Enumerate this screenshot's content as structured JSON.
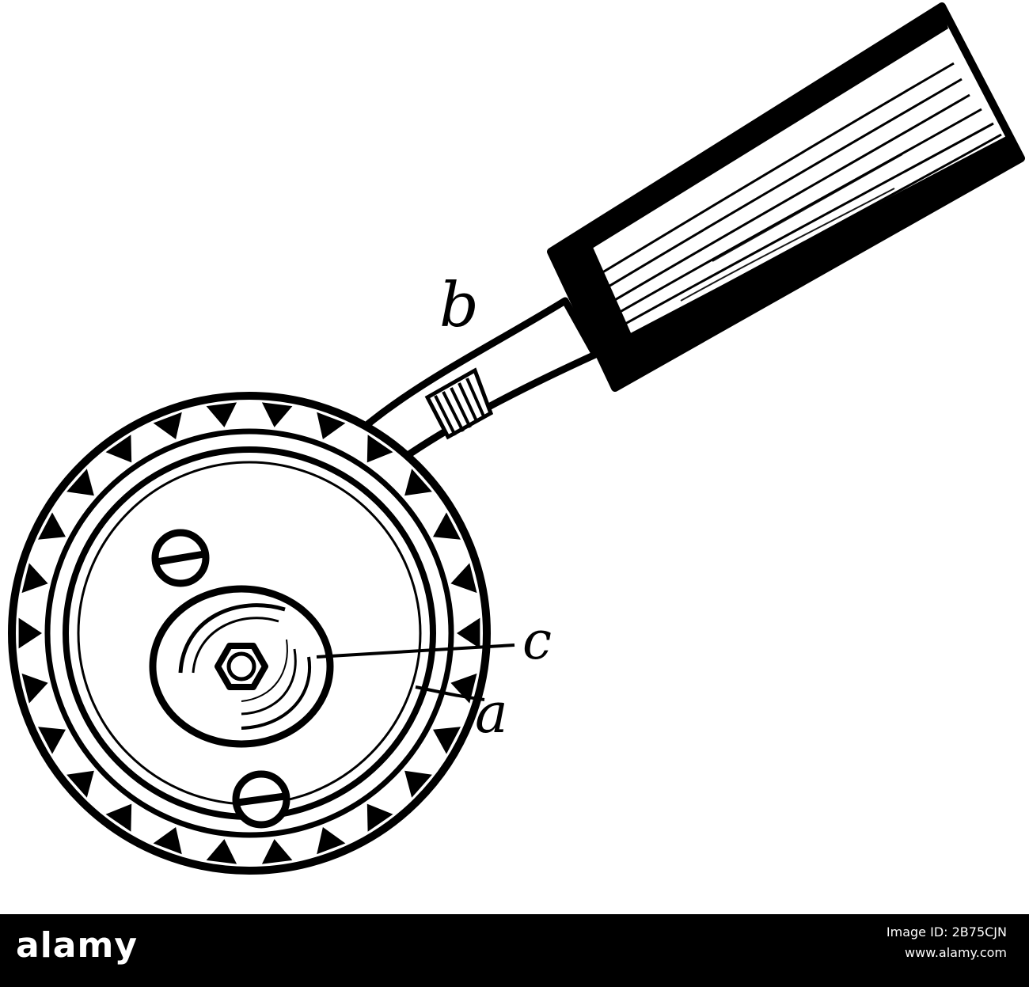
{
  "diagram": {
    "labels": {
      "a": "a",
      "b": "b",
      "c": "c"
    }
  },
  "footer": {
    "logo": "alamy",
    "image_id_line": "Image ID: 2B75CJN",
    "site": "www.alamy.com"
  }
}
